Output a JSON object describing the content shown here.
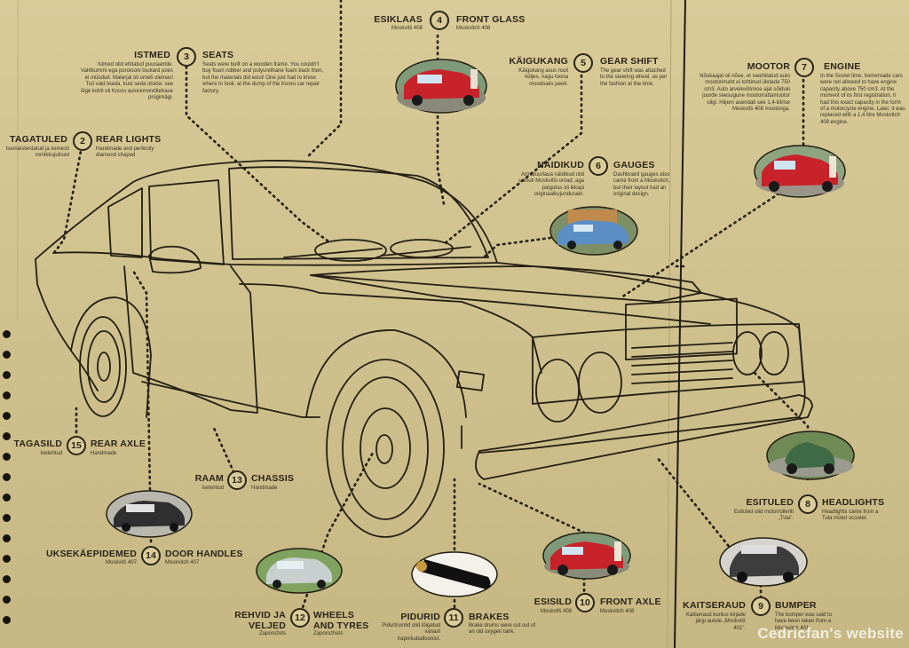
{
  "labels": [
    {
      "id": 1,
      "ee": "",
      "en": "",
      "ee_text": "",
      "en_text": ""
    },
    {
      "id": 2,
      "ee": "TAGATULED",
      "en": "REAR LIGHTS",
      "ee_text": "Isemeisterdatud ja kemesti rombikujulised",
      "en_text": "Handmade and perfectly diamond shaped"
    },
    {
      "id": 3,
      "ee": "ISTMED",
      "en": "SEATS",
      "ee_text": "Istmed olid ehitatud puuraamile. Vahtkummi ega porolooni toukard poes ei müüdud. Materjal oli ometi olemas! Tuli vaid teada, kust seda otsida: see õige kohti oli Kooru autoremonditehase prügimägi.",
      "en_text": "Seats were built on a wooden frame. You couldn't buy foam rubber and polyurethane foam back then, but the materials did exist! One just had to know where to look: at the dump of the Kooru car repair factory."
    },
    {
      "id": 4,
      "ee": "ESIKLAAS",
      "en": "FRONT GLASS",
      "ee_text": "Moskvitš 408",
      "en_text": "Moskvitch 408"
    },
    {
      "id": 5,
      "ee": "KÄIGUKANG",
      "en": "GEAR SHIFT",
      "ee_text": "Käigukang asus rooli küljes, nagu toona moodsaks peeti.",
      "en_text": "The gear shift was attached to the steering wheel, as per the fashion at the time."
    },
    {
      "id": 6,
      "ee": "NÄIDIKUD",
      "en": "GAUGES",
      "ee_text": "Armatuurlaua näidikud olid samuti Moskvitši omad, aga paigutus oli ikkapi originaalkujundusain.",
      "en_text": "Dashboard gauges also came from a Moskvitch, but their layout had an original design."
    },
    {
      "id": 7,
      "ee": "MOOTOR",
      "en": "ENGINE",
      "ee_text": "Nõukaajal oli nõue, et iseehitatud auto mootorimaht ei tohtinud ületada 750 cm3. Auto arvelevõtmise ajal sõiduki juurde seesugune mootorrattamootor oligi. Hiljem asendati see 1,4-liitrise Moskvitš 408 mootoriga.",
      "en_text": "In the Soviet time, homemade cars were not allowed to have engine capacity above 750 cm3. At the moment of its first registration, it had this exact capacity in the form of a motorcycle engine. Later, it was replaced with a 1,4 litre Moskvitch 408 engine."
    },
    {
      "id": 8,
      "ee": "ESITULED",
      "en": "HEADLIGHTS",
      "ee_text": "Esituled olid motorrollerilt „Tula\".",
      "en_text": "Headlights came from a Tula motor scooter."
    },
    {
      "id": 9,
      "ee": "KAITSERAUD",
      "en": "BUMPER",
      "ee_text": "Kaitseraud kunlus kirjade järgi autole „Moskvitš 401\".",
      "en_text": "The bumper was said to have been taken from a Moskvitch 401."
    },
    {
      "id": 10,
      "ee": "ESISILD",
      "en": "FRONT AXLE",
      "ee_text": "Moskvitš 408",
      "en_text": "Moskvitch 408"
    },
    {
      "id": 11,
      "ee": "PIDURID",
      "en": "BRAKES",
      "ee_text": "Pidurtrumlid olid lõigatud vanast hapnikuballoonist.",
      "en_text": "Brake drums were cut out of an old oxygen tank."
    },
    {
      "id": 12,
      "ee": "REHVID JA VELJED",
      "en": "WHEELS AND TYRES",
      "ee_text": "Zaporožets",
      "en_text": "Zaporozhets"
    },
    {
      "id": 13,
      "ee": "RAAM",
      "en": "CHASSIS",
      "ee_text": "Isetehtud",
      "en_text": "Handmade"
    },
    {
      "id": 14,
      "ee": "UKSEKÄEPIDEMED",
      "en": "DOOR HANDLES",
      "ee_text": "Moskvitš 407",
      "en_text": "Moskvitch 407"
    },
    {
      "id": 15,
      "ee": "TAGASILD",
      "en": "REAR AXLE",
      "ee_text": "Isetehtud",
      "en_text": "Handmade"
    }
  ],
  "watermark": "Cedricfan's website",
  "colors": {
    "paper": "#d3c593",
    "ink": "#2b2418",
    "car_red": "#c8222a",
    "car_blue": "#5b8fc4",
    "foliage": "#4f7a3a"
  }
}
